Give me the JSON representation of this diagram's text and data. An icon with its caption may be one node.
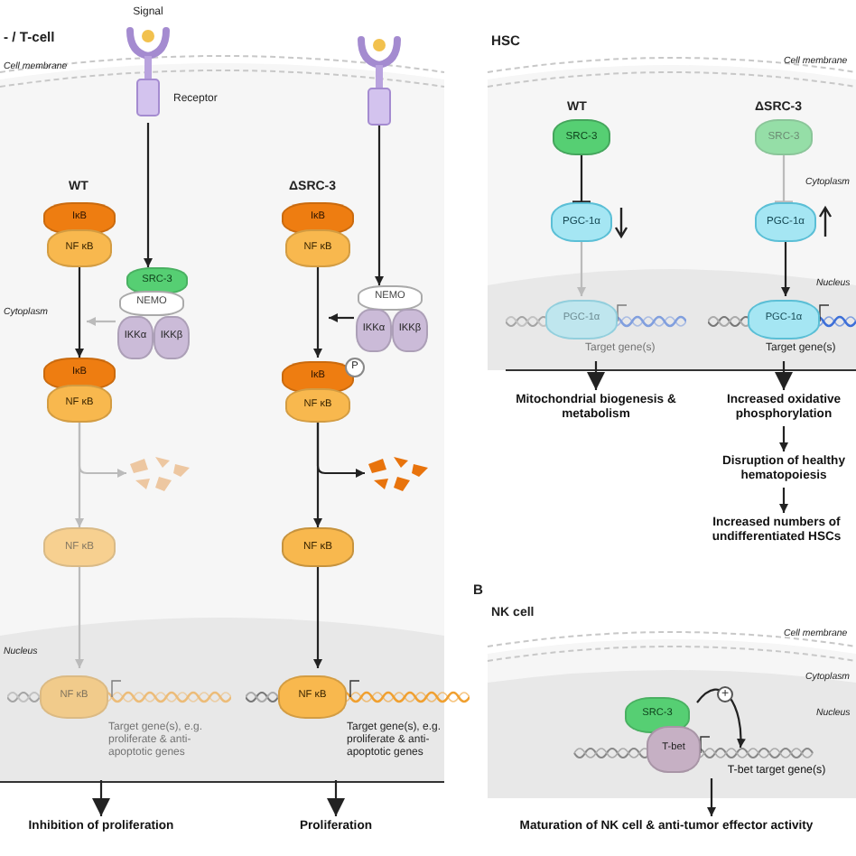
{
  "diagram": {
    "nodes": [
      {
        "text": [],
        "shape": "picture",
        "beside": [
          "Signal",
          "Receptor"
        ]
      },
      {
        "text": [],
        "shape": "picture"
      },
      {
        "text": [
          "IκB",
          "NF κB"
        ]
      },
      {
        "text": [
          "SRC-3",
          "NEMO",
          "IKKα",
          "IKKβ"
        ]
      },
      {
        "text": [
          "IκB",
          "NF κB"
        ]
      },
      {
        "text": [],
        "shape": "picture"
      },
      {
        "text": [
          "NF κB"
        ]
      },
      {
        "text": [
          "NF κB"
        ],
        "beside": [
          "Target gene(s), e.g. proliferate & anti-apoptotic genes"
        ]
      },
      {
        "text": [
          "IκB",
          "NF κB"
        ]
      },
      {
        "text": [
          "NEMO",
          "IKKα",
          "IKKβ"
        ]
      },
      {
        "text": [
          "IκB",
          "NF κB",
          "P"
        ]
      },
      {
        "text": [],
        "shape": "picture"
      },
      {
        "text": [
          "NF κB"
        ]
      },
      {
        "text": [
          "NF κB"
        ],
        "beside": [
          "Target gene(s), e.g. proliferate & anti-apoptotic genes"
        ]
      },
      {
        "text": [
          "Inhibition of proliferation"
        ]
      },
      {
        "text": [
          "Proliferation"
        ]
      },
      {
        "text": [
          "SRC-3"
        ]
      },
      {
        "text": [
          "PGC-1α"
        ]
      },
      {
        "text": [
          "PGC-1α"
        ],
        "beside": [
          "Target gene(s)"
        ]
      },
      {
        "text": [
          "SRC-3"
        ]
      },
      {
        "text": [
          "PGC-1α"
        ]
      },
      {
        "text": [
          "PGC-1α"
        ],
        "beside": [
          "Target gene(s)"
        ]
      },
      {
        "text": [
          "Mitochondrial biogenesis & metabolism"
        ]
      },
      {
        "text": [
          "Increased oxidative phosphorylation"
        ]
      },
      {
        "text": [
          "Disruption of healthy hematopoiesis"
        ]
      },
      {
        "text": [
          "Increased numbers of undifferentiated HSCs"
        ]
      },
      {
        "text": [
          "SRC-3",
          "T-bet"
        ]
      },
      {
        "text": [
          "T-bet target gene(s)"
        ]
      },
      {
        "text": [
          "Maturation of NK cell & anti-tumor effector activity"
        ]
      }
    ],
    "edges": [
      {
        "from": 0,
        "to": 3,
        "arrow": "to"
      },
      {
        "from": 3,
        "to": null,
        "arrow": "to",
        "color": "#bbbbbb"
      },
      {
        "from": 2,
        "to": 4,
        "arrow": "to"
      },
      {
        "from": 4,
        "to": 5,
        "arrow": "to",
        "color": "#bbbbbb"
      },
      {
        "from": 4,
        "to": 6,
        "arrow": "to",
        "color": "#bbbbbb"
      },
      {
        "from": 6,
        "to": 7,
        "arrow": "to",
        "color": "#bbbbbb"
      },
      {
        "from": 1,
        "to": 9,
        "arrow": "to"
      },
      {
        "from": 9,
        "to": null,
        "arrow": "to"
      },
      {
        "from": 8,
        "to": 10,
        "arrow": "to"
      },
      {
        "from": 10,
        "to": 11,
        "arrow": "to"
      },
      {
        "from": 10,
        "to": 12,
        "arrow": "to"
      },
      {
        "from": 12,
        "to": 13,
        "arrow": "to"
      },
      {
        "from": 16,
        "to": 17,
        "arrow": "other"
      },
      {
        "from": 17,
        "to": 18,
        "arrow": "to",
        "color": "#bbbbbb"
      },
      {
        "from": 19,
        "to": 20,
        "arrow": "other",
        "color": "#bbbbbb"
      },
      {
        "from": 20,
        "to": 21,
        "arrow": "to"
      },
      {
        "from": 23,
        "to": 24,
        "arrow": "to"
      },
      {
        "from": 24,
        "to": 25,
        "arrow": "to"
      },
      {
        "from": 26,
        "to": 27,
        "arrow": "to",
        "label": "+"
      },
      {
        "from": 27,
        "to": 28,
        "arrow": "to"
      },
      {
        "from": 7,
        "to": 14,
        "arrow": "to"
      },
      {
        "from": 13,
        "to": 15,
        "arrow": "to"
      },
      {
        "from": 18,
        "to": 22,
        "arrow": "to"
      },
      {
        "from": 21,
        "to": 23,
        "arrow": "to"
      }
    ],
    "labels": [
      "- / T-cell",
      "Cell membrane",
      "WT",
      "ΔSRC-3",
      "Cytoplasm",
      "Nucleus",
      "HSC",
      "Cell membrane",
      "WT",
      "ΔSRC-3",
      "Cytoplasm",
      "Nucleus",
      "B",
      "NK cell",
      "Cell membrane",
      "Cytoplasm",
      "Nucleus"
    ]
  }
}
